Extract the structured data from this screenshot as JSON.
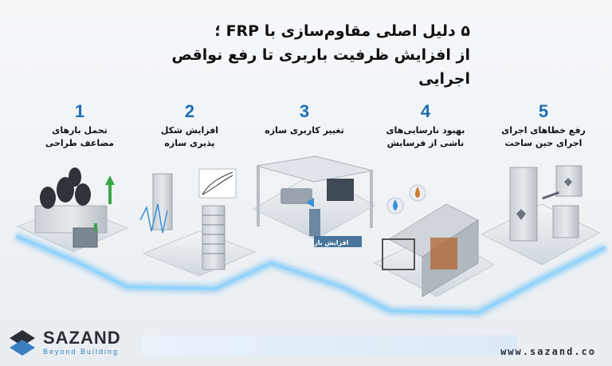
{
  "title": {
    "line1": "۵ دلیل اصلی مقاوم‌سازی با FRP ؛",
    "line2": "از افزایش ظرفیت باربری تا رفع  نواقص اجرایی"
  },
  "steps": [
    {
      "num": "1",
      "label": "تحمل بارهای\nمضاعف طراحی"
    },
    {
      "num": "2",
      "label": "افزایش شکل\nپذیری سازه"
    },
    {
      "num": "3",
      "label": "تغییر کاربری سازه"
    },
    {
      "num": "4",
      "label": "بهبود نارسایی‌های\nناشی از فرسایش"
    },
    {
      "num": "5",
      "label": "رفع خطاهای اجرای\nاجرای حین ساخت"
    }
  ],
  "overlay_label": "افزایش بار",
  "brand": {
    "name": "SAZAND",
    "tagline": "Beyond Building"
  },
  "url": "www.sazand.co",
  "colors": {
    "accent": "#1d6fb3",
    "glow": "#5ab8f5",
    "platform": "#dfe5ea"
  }
}
